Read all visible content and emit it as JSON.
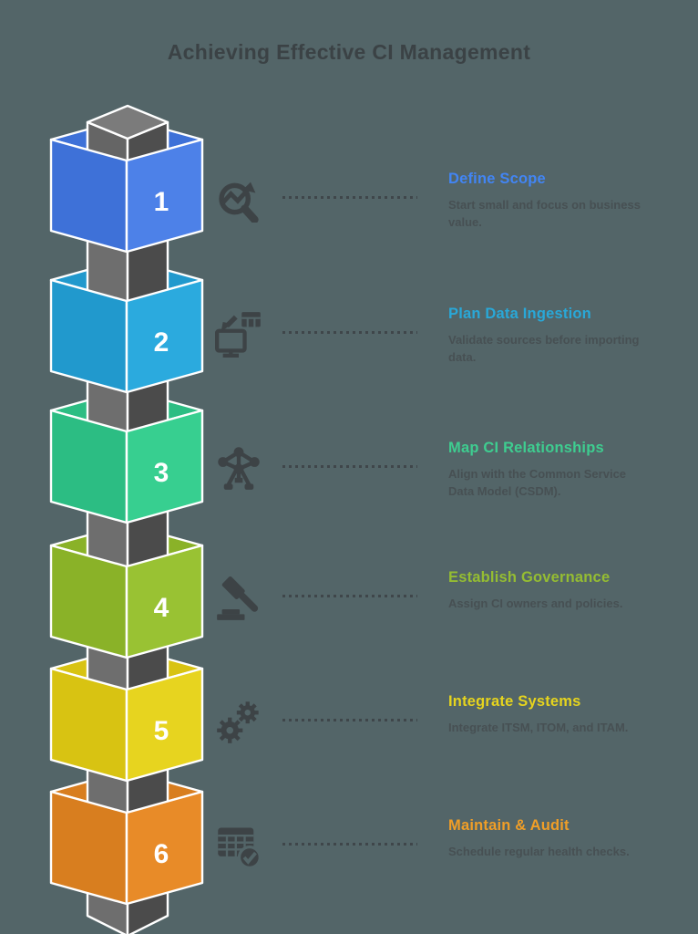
{
  "title": "Achieving Effective CI Management",
  "colors": {
    "background": "#536568",
    "heading_text": "#3b4245",
    "body_text": "#475053",
    "icon": "#3d4346",
    "dotted_line": "#3f464a",
    "cube_outline": "#ffffff",
    "cube_number": "#ffffff",
    "column_left": "#6e6e6e",
    "column_right": "#4b4b4b",
    "cap_top": "#7b7b7b",
    "cap_left": "#656565",
    "cap_right": "#4e4e4e"
  },
  "steps": [
    {
      "number": "1",
      "title": "Define Scope",
      "description": "Start small and focus on business value.",
      "accent": "#4285f4",
      "cube_left": "#3e71d8",
      "cube_right": "#4d81e8",
      "icon": "trend-search-icon"
    },
    {
      "number": "2",
      "title": "Plan Data Ingestion",
      "description": "Validate sources before importing data.",
      "accent": "#29a8d8",
      "cube_left": "#2199cd",
      "cube_right": "#2baade",
      "icon": "data-import-icon"
    },
    {
      "number": "3",
      "title": "Map CI Relationships",
      "description": "Align with the Common Service Data Model (CSDM).",
      "accent": "#3ecd90",
      "cube_left": "#2cbd83",
      "cube_right": "#37cf90",
      "icon": "network-structure-icon"
    },
    {
      "number": "4",
      "title": "Establish Governance",
      "description": "Assign CI owners and policies.",
      "accent": "#95bd32",
      "cube_left": "#8ab228",
      "cube_right": "#99c233",
      "icon": "gavel-icon"
    },
    {
      "number": "5",
      "title": "Integrate Systems",
      "description": "Integrate ITSM, ITOM, and ITAM.",
      "accent": "#e6d41e",
      "cube_left": "#d8c312",
      "cube_right": "#e7d41f",
      "icon": "gears-icon"
    },
    {
      "number": "6",
      "title": "Maintain & Audit",
      "description": "Schedule regular health checks.",
      "accent": "#f09e27",
      "cube_left": "#d87e1f",
      "cube_right": "#e88b28",
      "icon": "audit-checklist-icon"
    }
  ]
}
